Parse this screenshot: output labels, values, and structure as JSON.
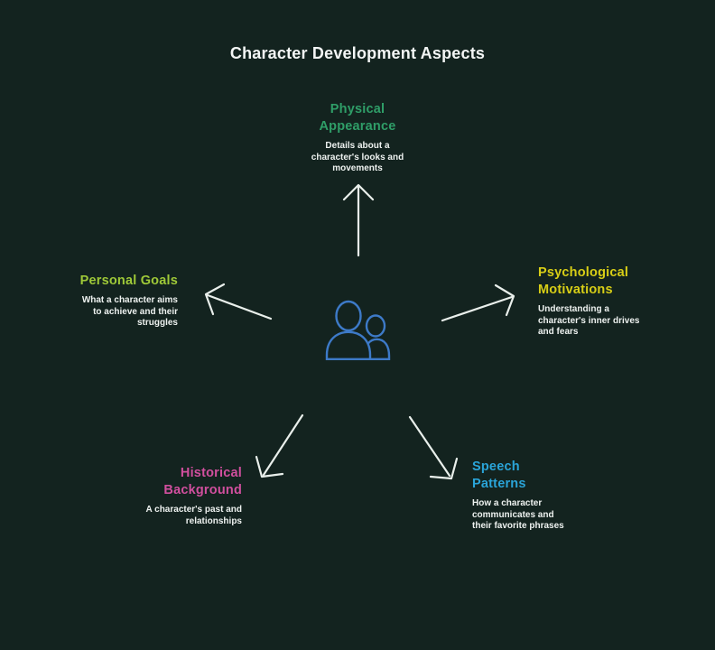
{
  "title": "Character Development Aspects",
  "colors": {
    "background": "#13231f",
    "text": "#eef2f0",
    "arrow": "#e9efeb",
    "center_icon": "#3d7ac8"
  },
  "center": {
    "icon": "people-icon"
  },
  "nodes": [
    {
      "id": "physical-appearance",
      "label": "Physical\nAppearance",
      "description": "Details about a\ncharacter's looks and\nmovements",
      "color": "#2f9e68",
      "position": "top"
    },
    {
      "id": "personal-goals",
      "label": "Personal Goals",
      "description": "What a character aims\nto achieve and their\nstruggles",
      "color": "#9fc938",
      "position": "left"
    },
    {
      "id": "psychological-motivations",
      "label": "Psychological\nMotivations",
      "description": "Understanding a\ncharacter's inner drives\nand fears",
      "color": "#d8ce16",
      "position": "right"
    },
    {
      "id": "historical-background",
      "label": "Historical\nBackground",
      "description": "A character's past and\nrelationships",
      "color": "#d14f9e",
      "position": "bottom-left"
    },
    {
      "id": "speech-patterns",
      "label": "Speech\nPatterns",
      "description": "How a character\ncommunicates and\ntheir favorite phrases",
      "color": "#2aa4d8",
      "position": "bottom-right"
    }
  ]
}
